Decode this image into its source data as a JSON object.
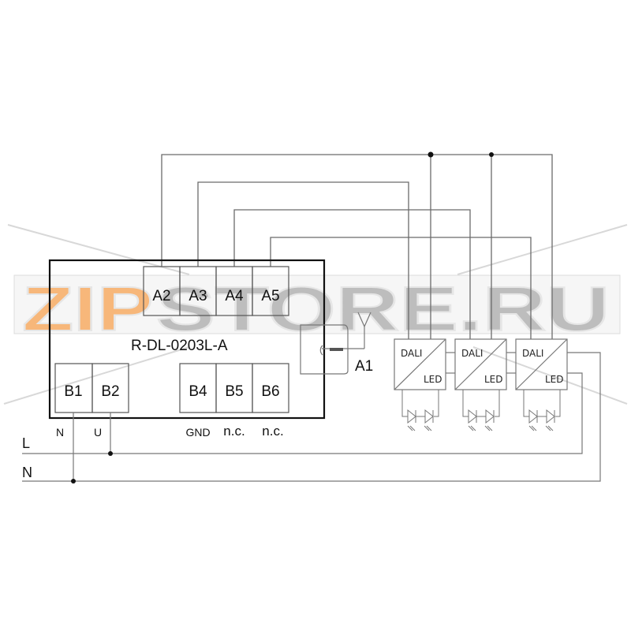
{
  "watermark": {
    "part1": "ZIP",
    "part2": "STORE.RU",
    "color1": "#f7b77a",
    "color2": "#b5b5b5"
  },
  "controller": {
    "model": "R-DL-0203L-A",
    "terminals_a": [
      "A2",
      "A3",
      "A4",
      "A5"
    ],
    "terminals_b_left": [
      "B1",
      "B2"
    ],
    "terminals_b_right": [
      "B4",
      "B5",
      "B6"
    ],
    "terminal_notes": {
      "b1": "N",
      "b2": "U",
      "b4": "GND",
      "b5": "n.c.",
      "b6": "n.c."
    }
  },
  "antenna": {
    "label": "A1"
  },
  "drivers": [
    {
      "top_label": "DALI",
      "bottom_label": "LED"
    },
    {
      "top_label": "DALI",
      "bottom_label": "LED"
    },
    {
      "top_label": "DALI",
      "bottom_label": "LED"
    }
  ],
  "power_lines": {
    "line": "L",
    "neutral": "N"
  },
  "colors": {
    "wire": "#6b6b6b",
    "frame": "#111111",
    "junction": "#111111"
  }
}
